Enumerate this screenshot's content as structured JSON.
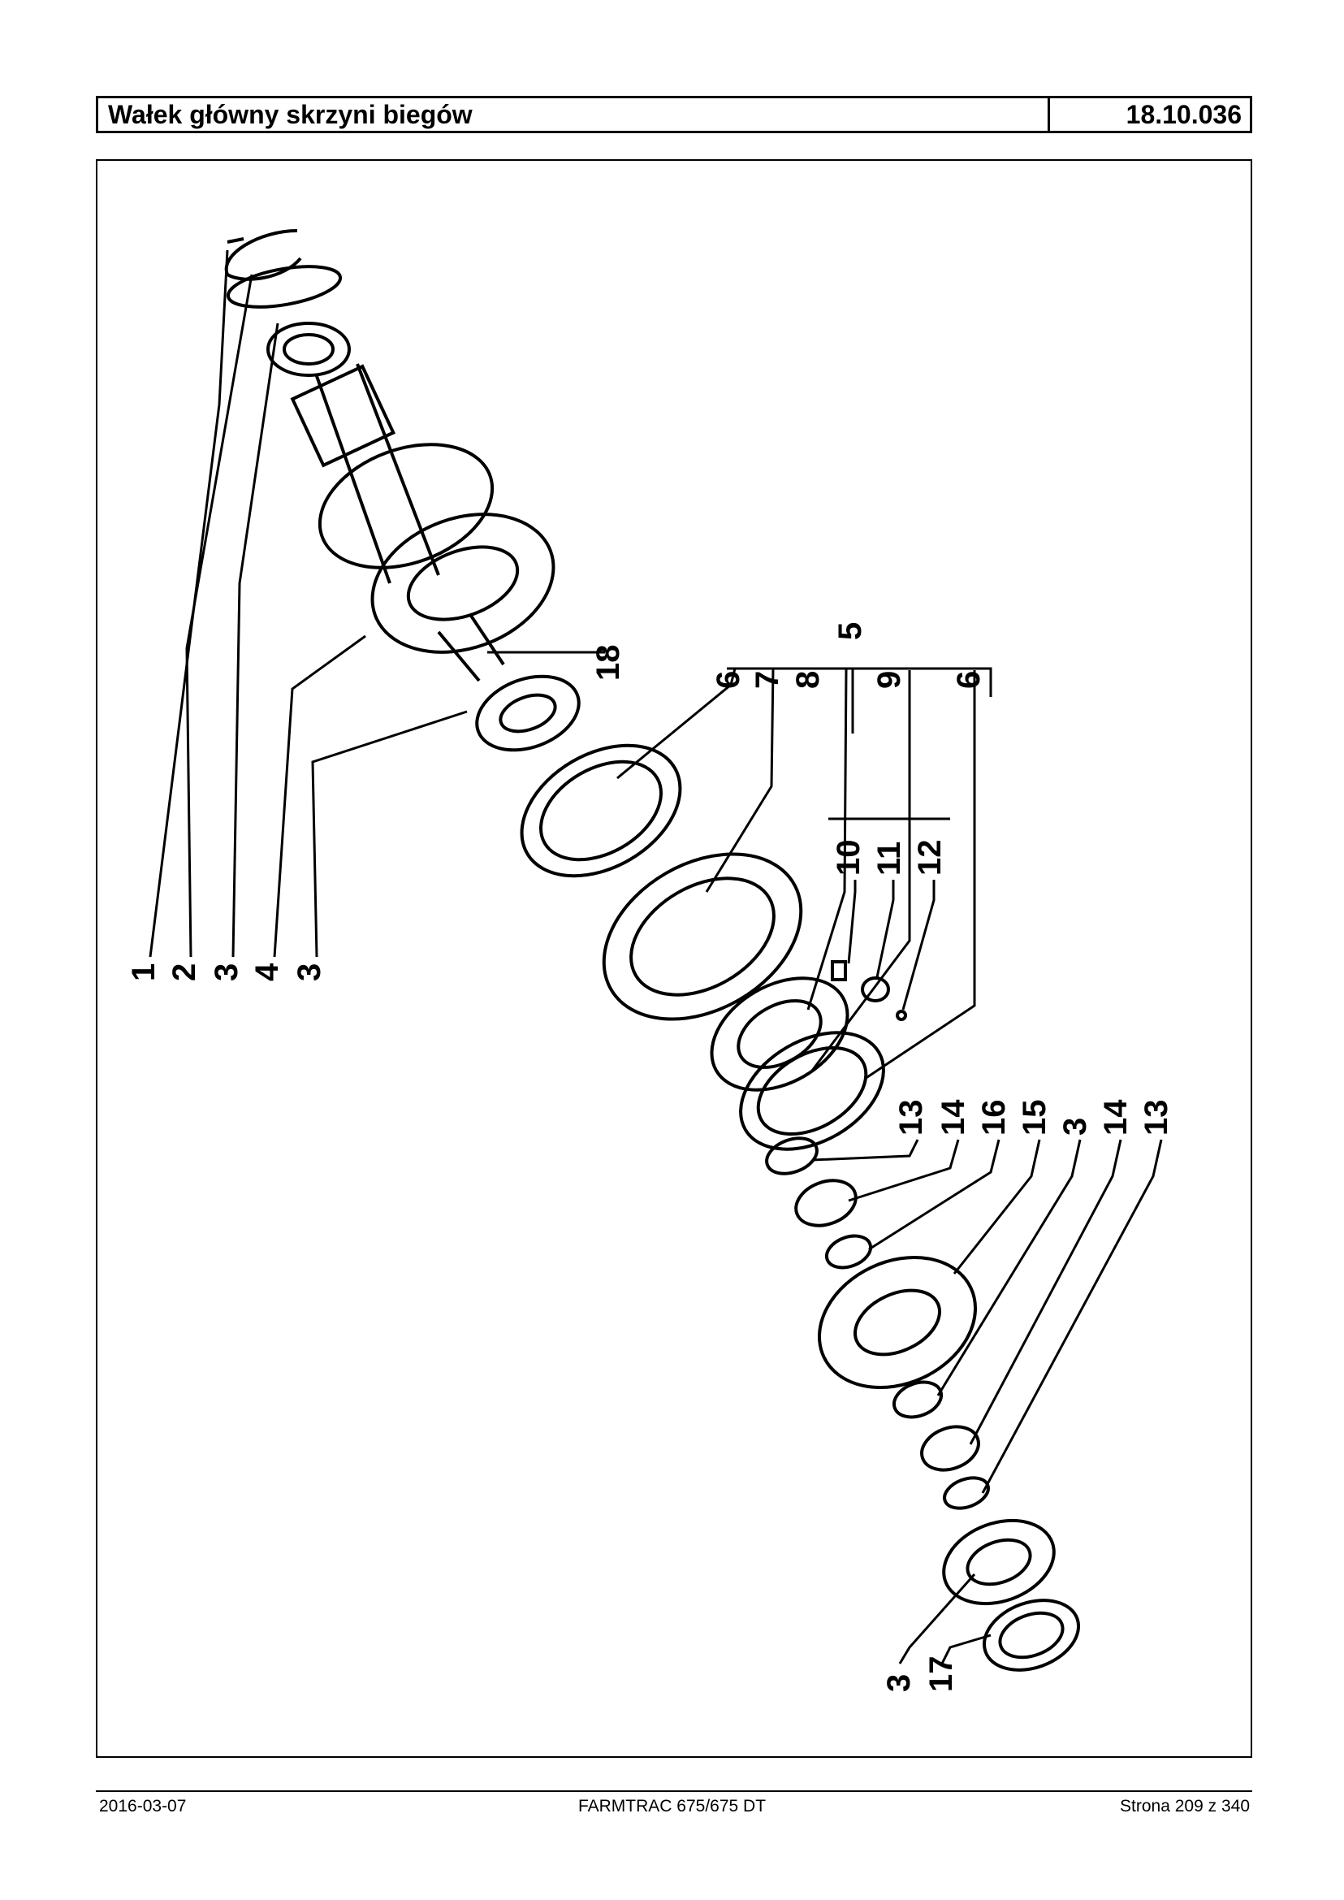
{
  "header": {
    "title": "Wałek główny skrzyni biegów",
    "code": "18.10.036"
  },
  "footer": {
    "date": "2016-03-07",
    "model": "FARMTRAC 675/675 DT",
    "page": "Strona 209 z 340"
  },
  "callouts": {
    "c1": "1",
    "c2": "2",
    "c3a": "3",
    "c4a": "4",
    "c3b": "3",
    "c18": "18",
    "c5": "5",
    "c6a": "6",
    "c7": "7",
    "c8": "8",
    "c9": "9",
    "c6b": "6",
    "c10": "10",
    "c11": "11",
    "c12": "12",
    "c13a": "13",
    "c14a": "14",
    "c16": "16",
    "c15": "15",
    "c3c": "3",
    "c14b": "14",
    "c13b": "13",
    "c3d": "3",
    "c17": "17"
  }
}
